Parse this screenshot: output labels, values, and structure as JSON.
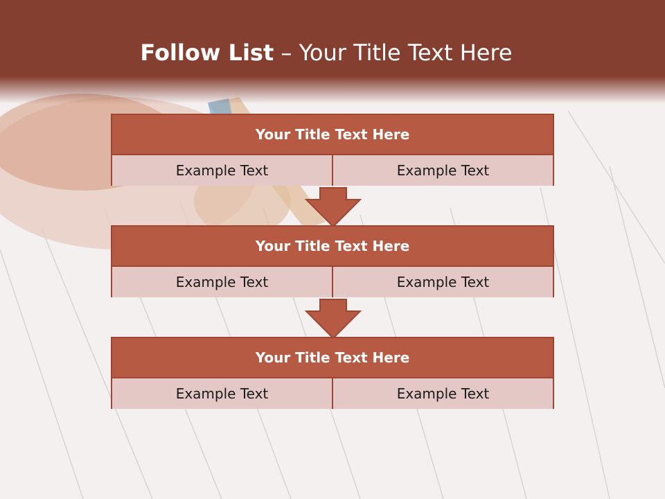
{
  "slide": {
    "title_bold": "Follow List",
    "title_dash": " – ",
    "title_rest": "Your Title Text Here"
  },
  "flow": {
    "boxes": [
      {
        "title": "Your Title Text Here",
        "left": "Example Text",
        "right": "Example Text"
      },
      {
        "title": "Your Title Text Here",
        "left": "Example Text",
        "right": "Example Text"
      },
      {
        "title": "Your Title Text Here",
        "left": "Example Text",
        "right": "Example Text"
      }
    ]
  },
  "colors": {
    "header": "#843f31",
    "box_title": "#b65a44",
    "box_body": "#e4c8c5",
    "border": "#9e4534",
    "arrow": "#b65a44"
  }
}
